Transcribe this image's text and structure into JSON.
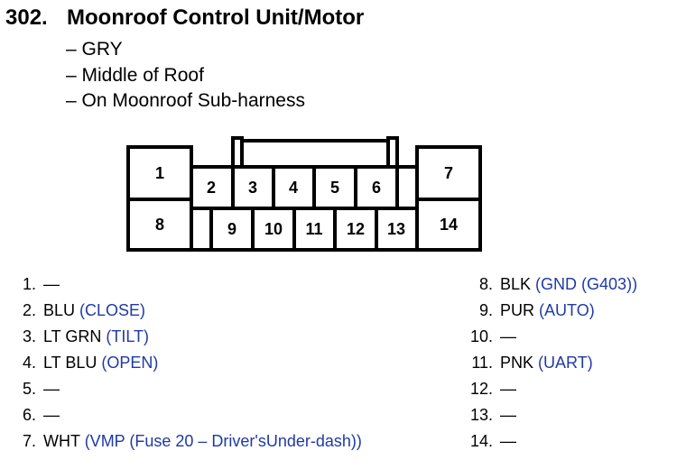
{
  "header": {
    "number": "302.",
    "title": "Moonroof Control Unit/Motor",
    "details": [
      "– GRY",
      "– Middle of Roof",
      "– On Moonroof Sub-harness"
    ]
  },
  "connector": {
    "cavities": [
      "1",
      "2",
      "3",
      "4",
      "5",
      "6",
      "7",
      "8",
      "9",
      "10",
      "11",
      "12",
      "13",
      "14"
    ]
  },
  "pins_left": [
    {
      "num": "1.",
      "wire": "—",
      "func": ""
    },
    {
      "num": "2.",
      "wire": "BLU",
      "func": "(CLOSE)"
    },
    {
      "num": "3.",
      "wire": "LT GRN",
      "func": "(TILT)"
    },
    {
      "num": "4.",
      "wire": "LT BLU",
      "func": "(OPEN)"
    },
    {
      "num": "5.",
      "wire": "—",
      "func": ""
    },
    {
      "num": "6.",
      "wire": "—",
      "func": ""
    },
    {
      "num": "7.",
      "wire": "WHT",
      "func": "(VMP (Fuse 20 – Driver'sUnder-dash))"
    }
  ],
  "pins_right": [
    {
      "num": "8.",
      "wire": "BLK",
      "func": "(GND (G403))"
    },
    {
      "num": "9.",
      "wire": "PUR",
      "func": "(AUTO)"
    },
    {
      "num": "10.",
      "wire": "—",
      "func": ""
    },
    {
      "num": "11.",
      "wire": "PNK",
      "func": "(UART)"
    },
    {
      "num": "12.",
      "wire": "—",
      "func": ""
    },
    {
      "num": "13.",
      "wire": "—",
      "func": ""
    },
    {
      "num": "14.",
      "wire": "—",
      "func": ""
    }
  ],
  "colors": {
    "function_text": "#1f3aa6",
    "lines": "#000000"
  }
}
